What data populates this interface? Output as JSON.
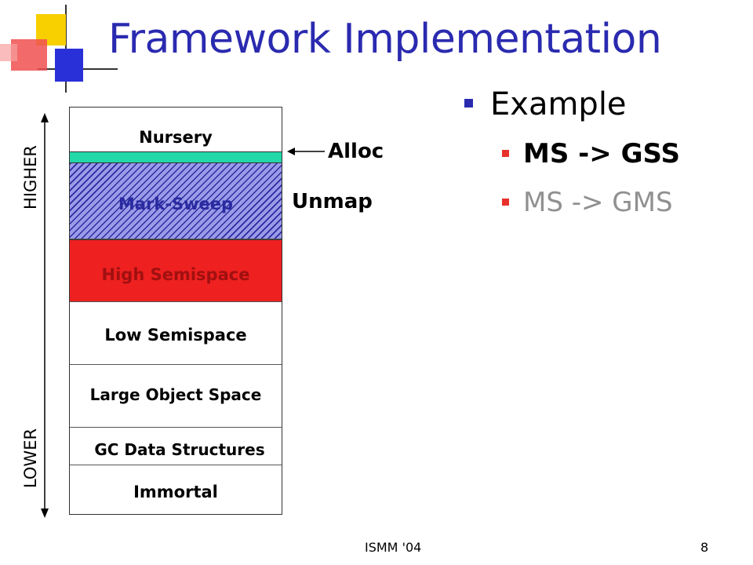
{
  "slide": {
    "title": "Framework Implementation",
    "bullets": {
      "main": "Example",
      "sub": [
        "MS -> GSS",
        "MS -> GMS"
      ]
    }
  },
  "diagram": {
    "segments": [
      "Nursery",
      "Mark-Sweep",
      "High Semispace",
      "Low Semispace",
      "Large Object Space",
      "GC Data Structures",
      "Immortal"
    ],
    "annotations": {
      "alloc": "Alloc",
      "unmap": "Unmap"
    },
    "axis": {
      "top": "HIGHER",
      "bottom": "LOWER"
    }
  },
  "footer": {
    "text": "ISMM '04",
    "page": "8"
  },
  "colors": {
    "title": "#2a2ab0",
    "bullet_main": "#2a2ab0",
    "bullet_sub": "#e8302a",
    "alloc_band": "#22d8a8",
    "mark_sweep": "#9a9ae8",
    "high_semispace": "#ee2020",
    "inactive_text": "#909090"
  }
}
